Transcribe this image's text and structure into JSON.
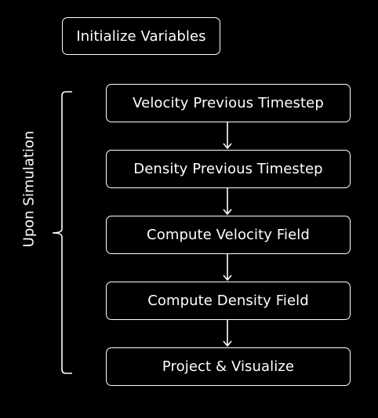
{
  "init": {
    "label": "Initialize Variables"
  },
  "group": {
    "label": "Upon Simulation"
  },
  "steps": [
    {
      "label": "Velocity Previous Timestep"
    },
    {
      "label": "Density Previous Timestep"
    },
    {
      "label": "Compute Velocity Field"
    },
    {
      "label": "Compute Density Field"
    },
    {
      "label": "Project & Visualize"
    }
  ],
  "colors": {
    "background": "#000000",
    "foreground": "#ffffff"
  }
}
